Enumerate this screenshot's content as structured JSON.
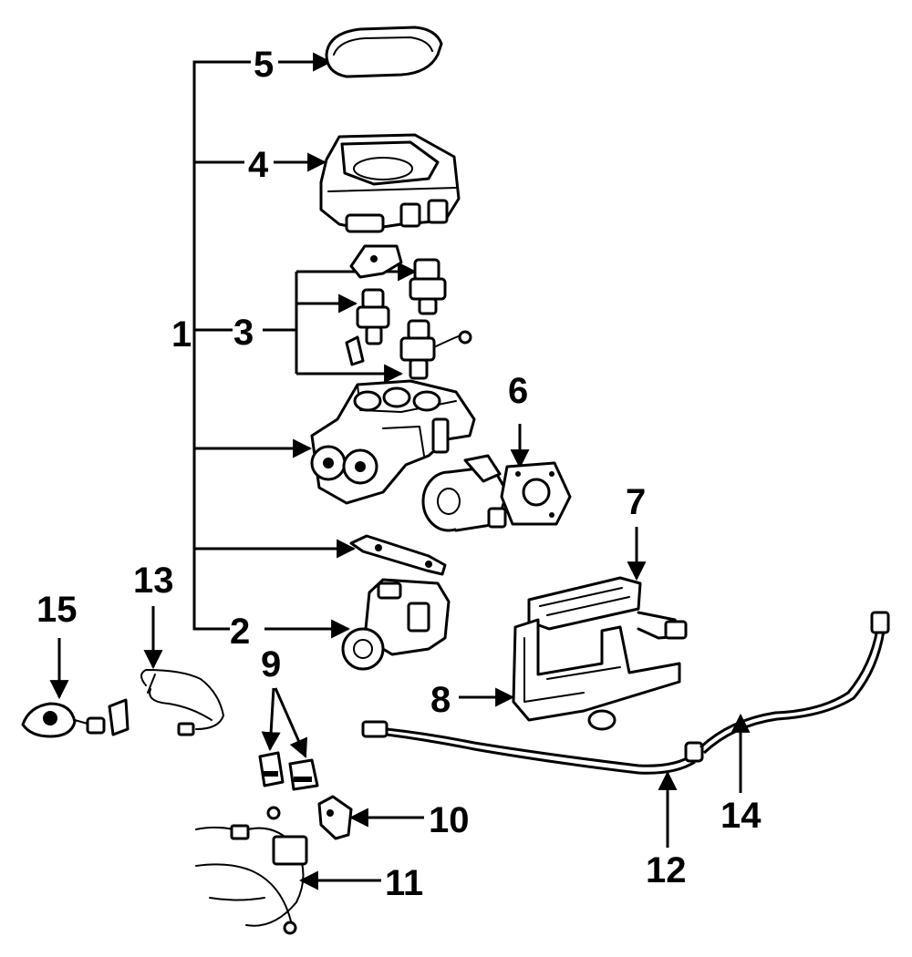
{
  "diagram": {
    "callouts": [
      {
        "id": "1",
        "label": "1"
      },
      {
        "id": "2",
        "label": "2"
      },
      {
        "id": "3",
        "label": "3"
      },
      {
        "id": "4",
        "label": "4"
      },
      {
        "id": "5",
        "label": "5"
      },
      {
        "id": "6",
        "label": "6"
      },
      {
        "id": "7",
        "label": "7"
      },
      {
        "id": "8",
        "label": "8"
      },
      {
        "id": "9",
        "label": "9"
      },
      {
        "id": "10",
        "label": "10"
      },
      {
        "id": "11",
        "label": "11"
      },
      {
        "id": "12",
        "label": "12"
      },
      {
        "id": "13",
        "label": "13"
      },
      {
        "id": "14",
        "label": "14"
      },
      {
        "id": "15",
        "label": "15"
      }
    ],
    "colors": {
      "line": "#000000",
      "background": "#ffffff"
    }
  }
}
